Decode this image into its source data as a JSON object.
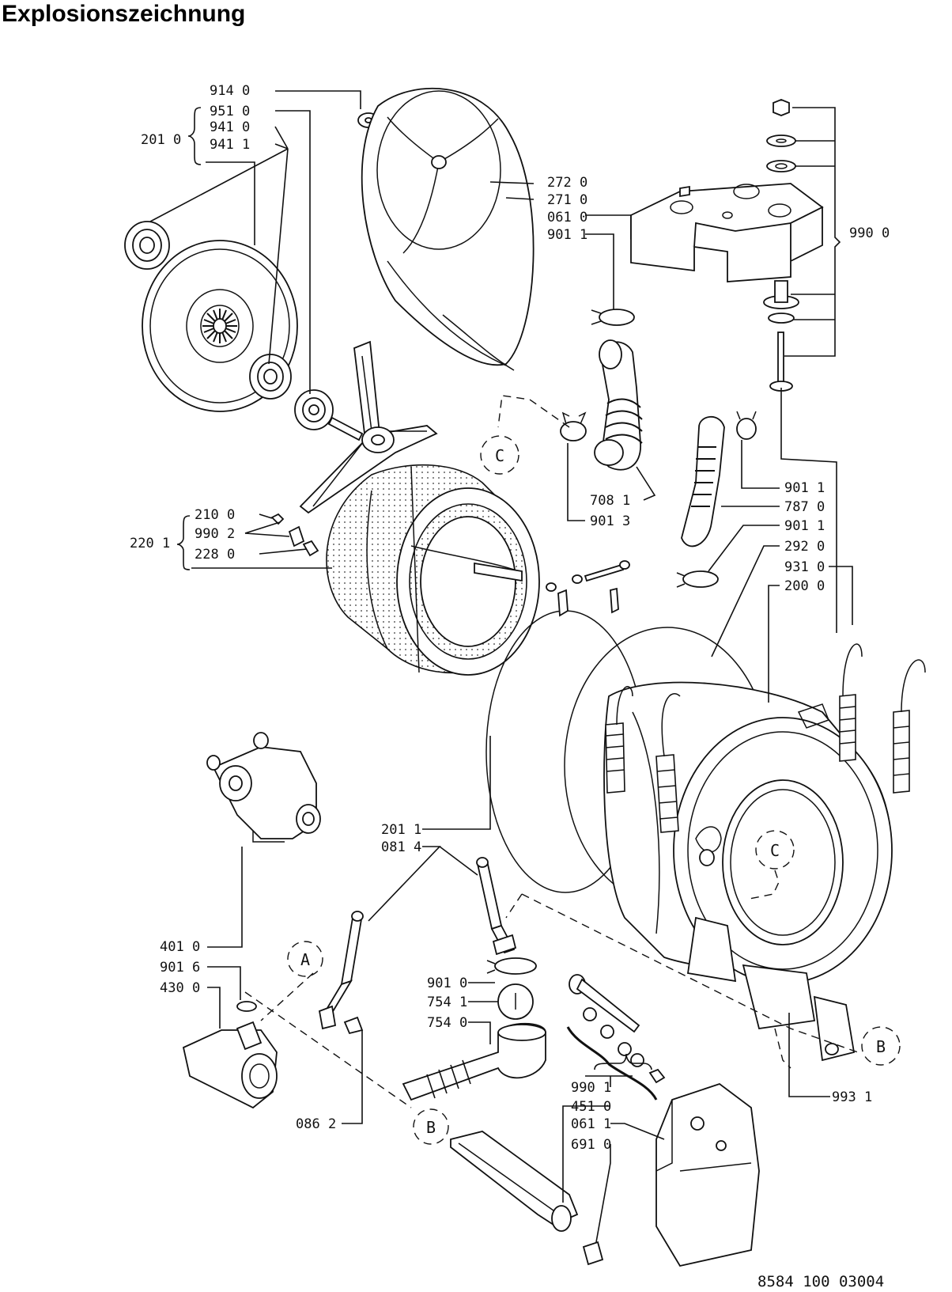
{
  "title": "Explosionszeichnung",
  "drawing_number": "8584 100 03004",
  "group_labels": [
    {
      "id": "g201",
      "text": "201 0"
    },
    {
      "id": "g220",
      "text": "220 1"
    }
  ],
  "part_labels": [
    {
      "id": "p914_0",
      "text": "914 0"
    },
    {
      "id": "p951_0",
      "text": "951 0"
    },
    {
      "id": "p941_0",
      "text": "941 0"
    },
    {
      "id": "p941_1",
      "text": "941 1"
    },
    {
      "id": "p272_0",
      "text": "272 0"
    },
    {
      "id": "p271_0",
      "text": "271 0"
    },
    {
      "id": "p061_0",
      "text": "061 0"
    },
    {
      "id": "p901_1a",
      "text": "901 1"
    },
    {
      "id": "p990_0",
      "text": "990 0"
    },
    {
      "id": "p210_0",
      "text": "210 0"
    },
    {
      "id": "p990_2",
      "text": "990 2"
    },
    {
      "id": "p228_0",
      "text": "228 0"
    },
    {
      "id": "p708_1",
      "text": "708 1"
    },
    {
      "id": "p901_3",
      "text": "901 3"
    },
    {
      "id": "p901_1b",
      "text": "901 1"
    },
    {
      "id": "p787_0",
      "text": "787 0"
    },
    {
      "id": "p901_1c",
      "text": "901 1"
    },
    {
      "id": "p292_0",
      "text": "292 0"
    },
    {
      "id": "p931_0",
      "text": "931 0"
    },
    {
      "id": "p200_0",
      "text": "200 0"
    },
    {
      "id": "p201_1",
      "text": "201 1"
    },
    {
      "id": "p081_4",
      "text": "081 4"
    },
    {
      "id": "p401_0",
      "text": "401 0"
    },
    {
      "id": "p901_6",
      "text": "901 6"
    },
    {
      "id": "p430_0",
      "text": "430 0"
    },
    {
      "id": "p901_0",
      "text": "901 0"
    },
    {
      "id": "p754_1",
      "text": "754 1"
    },
    {
      "id": "p754_0",
      "text": "754 0"
    },
    {
      "id": "p086_2",
      "text": "086 2"
    },
    {
      "id": "p990_1",
      "text": "990 1"
    },
    {
      "id": "p451_0",
      "text": "451 0"
    },
    {
      "id": "p061_1",
      "text": "061 1"
    },
    {
      "id": "p691_0",
      "text": "691 0"
    },
    {
      "id": "p993_1",
      "text": "993 1"
    }
  ],
  "reference_markers": [
    "A",
    "B",
    "C",
    "B",
    "C"
  ]
}
